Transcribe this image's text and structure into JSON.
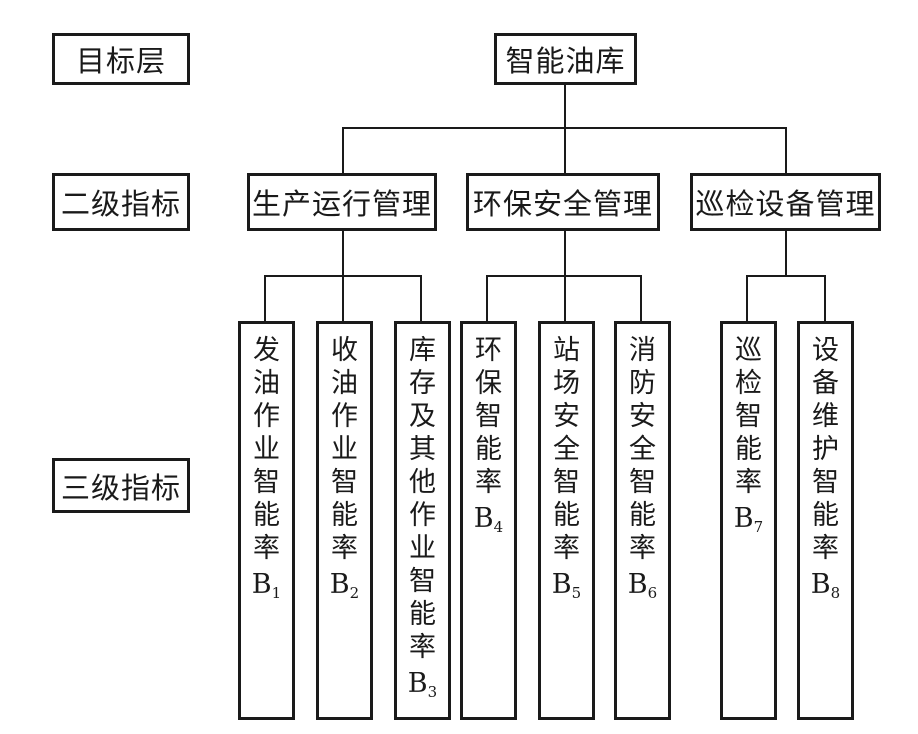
{
  "levels": {
    "goal": "目标层",
    "second": "二级指标",
    "third": "三级指标"
  },
  "root": "智能油库",
  "second": [
    {
      "label": "生产运行管理"
    },
    {
      "label": "环保安全管理"
    },
    {
      "label": "巡检设备管理"
    }
  ],
  "third": [
    {
      "text": "发油作业智能率",
      "code": "B",
      "sub": "1"
    },
    {
      "text": "收油作业智能率",
      "code": "B",
      "sub": "2"
    },
    {
      "text": "库存及其他作业智能率",
      "code": "B",
      "sub": "3"
    },
    {
      "text": "环保智能率",
      "code": "B",
      "sub": "4"
    },
    {
      "text": "站场安全智能率",
      "code": "B",
      "sub": "5"
    },
    {
      "text": "消防安全智能率",
      "code": "B",
      "sub": "6"
    },
    {
      "text": "巡检智能率",
      "code": "B",
      "sub": "7"
    },
    {
      "text": "设备维护智能率",
      "code": "B",
      "sub": "8"
    }
  ]
}
